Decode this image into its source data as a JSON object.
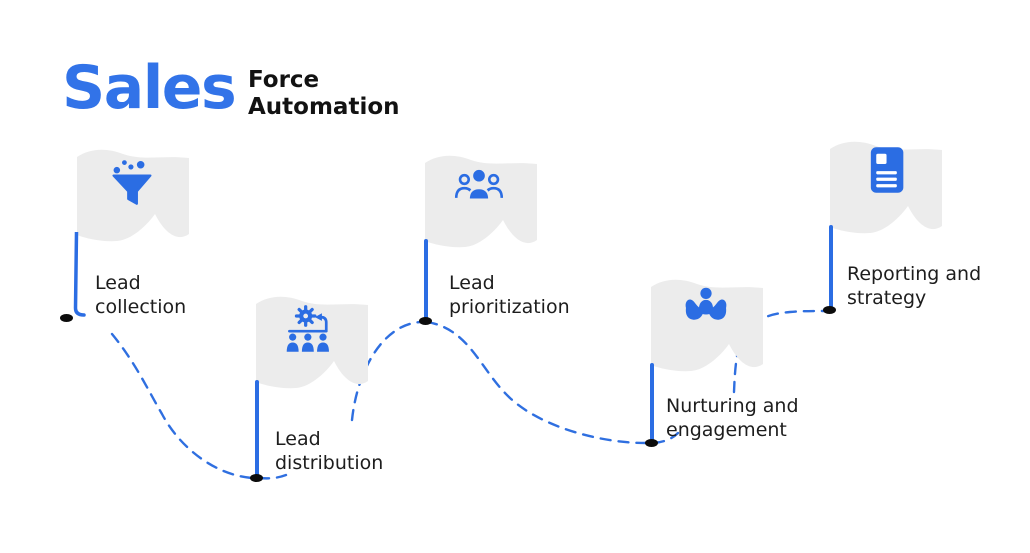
{
  "title": {
    "main": "Sales",
    "sub_line1": "Force",
    "sub_line2": "Automation"
  },
  "milestones": [
    {
      "label": "Lead collection",
      "icon": "funnel-icon"
    },
    {
      "label": "Lead distribution",
      "icon": "gear-people-icon"
    },
    {
      "label": "Lead prioritization",
      "icon": "people-group-icon"
    },
    {
      "label": "Nurturing and engagement",
      "icon": "hands-person-icon"
    },
    {
      "label": "Reporting and strategy",
      "icon": "report-document-icon"
    }
  ],
  "connector": {
    "style": "dashed",
    "color": "#2F6FE0",
    "node_marker": "black-dot"
  },
  "colors": {
    "accent_blue": "#2B6DE3",
    "title_blue": "#3273E8",
    "flag_gray": "#ECECEC",
    "text_dark": "#1D1D1D",
    "dot_black": "#0C0C0C",
    "background": "#FFFFFF"
  }
}
